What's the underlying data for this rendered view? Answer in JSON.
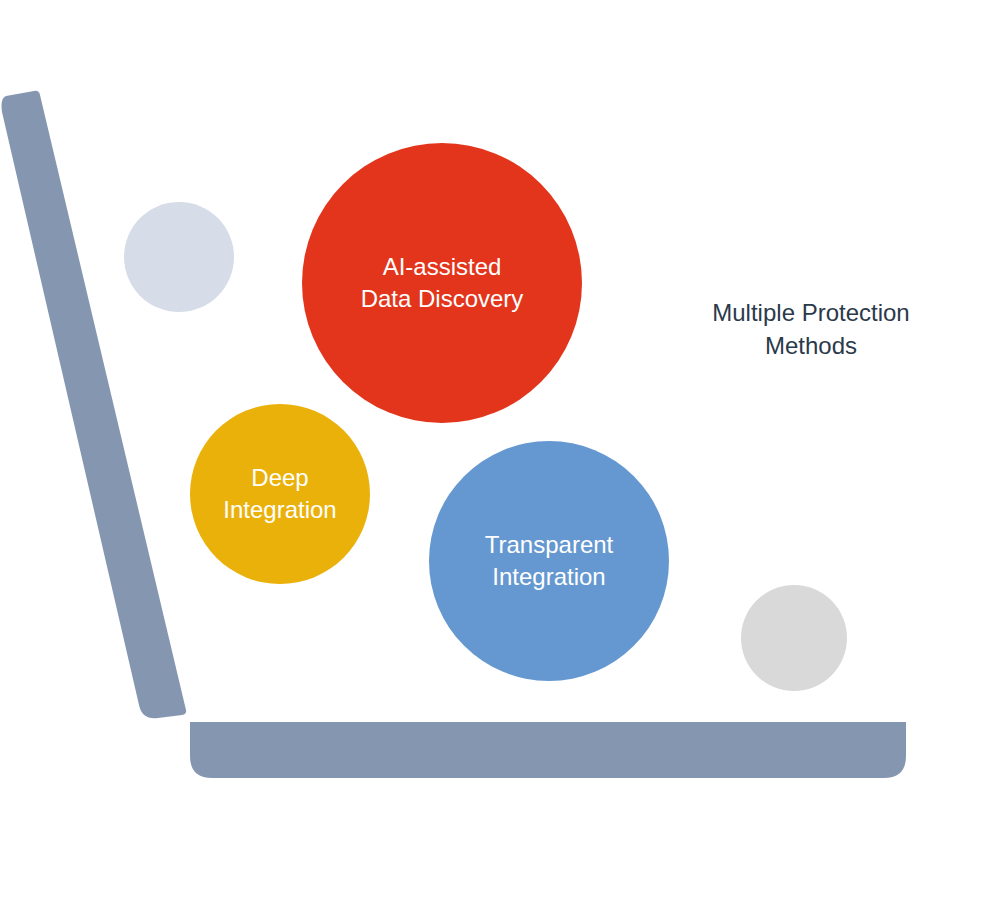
{
  "diagram": {
    "nodes": [
      {
        "text": [
          "AI-assisted Data Discovery"
        ]
      },
      {
        "text": [
          "Deep Integration"
        ]
      },
      {
        "text": [
          "Transparent Integration"
        ]
      }
    ],
    "labels": [
      "Multiple Protection Methods"
    ]
  }
}
